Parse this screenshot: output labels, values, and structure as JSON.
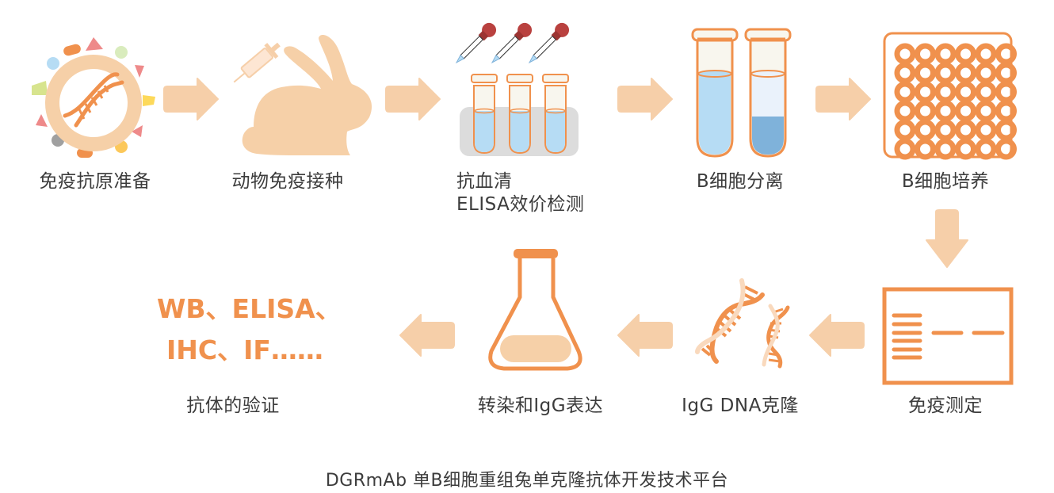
{
  "colors": {
    "accent": "#f0914d",
    "arrow": "#f6cfa9",
    "peach": "#f6d0a8",
    "liquid_light": "#b6dcf4",
    "liquid_dark": "#7fb2da",
    "tube_glass": "#f8f6ee",
    "rack_gray": "#dcdcdc",
    "dropper_bulb": "#b9413f",
    "text": "#3c3c3c"
  },
  "steps": [
    {
      "id": "antigen",
      "label": "免疫抗原准备",
      "icon": "antigen-virus-icon"
    },
    {
      "id": "immunize",
      "label": "动物免疫接种",
      "icon": "rabbit-syringe-icon"
    },
    {
      "id": "serum",
      "label_line1": "抗血清",
      "label_line2": "ELISA效价检测",
      "icon": "test-tubes-dropper-icon"
    },
    {
      "id": "separate",
      "label": "B细胞分离",
      "icon": "centrifuge-tubes-icon"
    },
    {
      "id": "culture",
      "label": "B细胞培养",
      "icon": "well-plate-icon"
    },
    {
      "id": "assay",
      "label": "免疫测定",
      "icon": "gel-bands-icon"
    },
    {
      "id": "clone",
      "label": "IgG DNA克隆",
      "icon": "dna-helix-icon"
    },
    {
      "id": "express",
      "label": "转染和IgG表达",
      "icon": "flask-icon"
    },
    {
      "id": "validate",
      "label": "抗体的验证",
      "icon": "applications-text"
    }
  ],
  "applications": {
    "line1": "WB、ELISA、",
    "line2": "IHC、IF……"
  },
  "caption": "DGRmAb 单B细胞重组兔单克隆抗体开发技术平台"
}
